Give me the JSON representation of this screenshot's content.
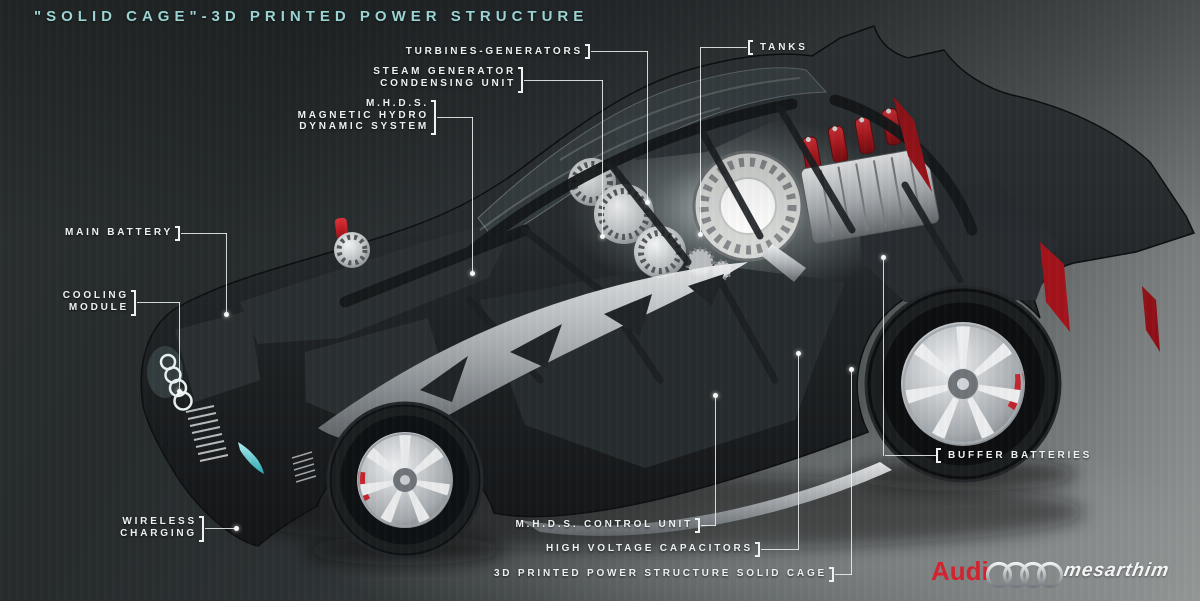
{
  "title": "\"SOLID CAGE\"-3D PRINTED POWER STRUCTURE",
  "callouts": {
    "turbines_generators": {
      "lines": [
        "TURBINES-GENERATORS"
      ]
    },
    "steam_generator": {
      "lines": [
        "STEAM GENERATOR",
        "CONDENSING UNIT"
      ]
    },
    "mhds_system": {
      "lines": [
        "M.H.D.S.",
        "MAGNETIC HYDRO",
        "DYNAMIC SYSTEM"
      ]
    },
    "tanks": {
      "lines": [
        "TANKS"
      ]
    },
    "main_battery": {
      "lines": [
        "MAIN BATTERY"
      ]
    },
    "cooling_module": {
      "lines": [
        "COOLING",
        "MODULE"
      ]
    },
    "wireless_charging": {
      "lines": [
        "WIRELESS",
        "CHARGING"
      ]
    },
    "buffer_batteries": {
      "lines": [
        "BUFFER BATTERIES"
      ]
    },
    "mhds_control_unit": {
      "lines": [
        "M.H.D.S. CONTROL UNIT"
      ]
    },
    "high_voltage_capacitors": {
      "lines": [
        "HIGH VOLTAGE CAPACITORS"
      ]
    },
    "power_structure": {
      "lines": [
        "3D PRINTED POWER STRUCTURE  SOLID CAGE"
      ]
    }
  },
  "branding": {
    "audi_wordmark": "Audi",
    "studio_wordmark": "mesarthim"
  },
  "colors": {
    "title_accent": "#9bd3d3",
    "label_text": "#edf1f1",
    "audi_red": "#d2232e",
    "teal_accent": "#7fd8dc",
    "battery_red": "#b8191f"
  }
}
